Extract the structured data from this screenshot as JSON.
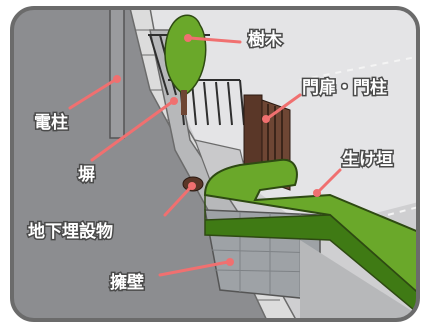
{
  "labels": {
    "tree": "樹木",
    "gate": "門扉・門柱",
    "pole": "電柱",
    "hedge": "生け垣",
    "fence": "塀",
    "buried": "地下埋設物",
    "retaining_wall": "擁壁"
  },
  "colors": {
    "road": "#8c8d90",
    "sidewalk": "#dcdcdc",
    "wall_gray": "#b7b8ba",
    "hedge": "#6aa82a",
    "hedge_dark": "#3f7a14",
    "retaining": "#9ea2a6",
    "gate_brown": "#5a3728",
    "leader": "#f07070",
    "frame": "#6b6b6b"
  }
}
